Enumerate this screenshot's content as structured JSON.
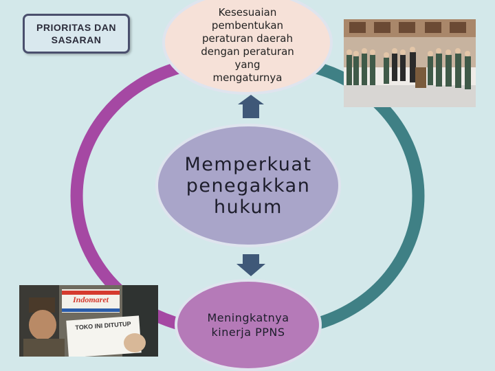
{
  "badge": {
    "line1": "PRIORITAS DAN",
    "line2": "SASARAN"
  },
  "nodes": {
    "top": [
      "Kesesuaian",
      "pembentukan",
      "peraturan daerah",
      "dengan peraturan",
      "yang",
      "mengaturnya"
    ],
    "center": [
      "Memperkuat",
      "penegakkan",
      "hukum"
    ],
    "bottom": [
      "Meningkatnya",
      "kinerja PPNS"
    ]
  },
  "photos": {
    "bottom_sign": {
      "brand": "Indomaret",
      "headline": "TOKO INI DITUTUP"
    }
  },
  "colors": {
    "background": "#d3e8ea",
    "cycle_left": "#a548a3",
    "cycle_right": "#3f8085",
    "arrow": "#3f5878",
    "node_top": "#f6e1d8",
    "node_center": "#a9a5c9",
    "node_bottom": "#b57ab8"
  }
}
